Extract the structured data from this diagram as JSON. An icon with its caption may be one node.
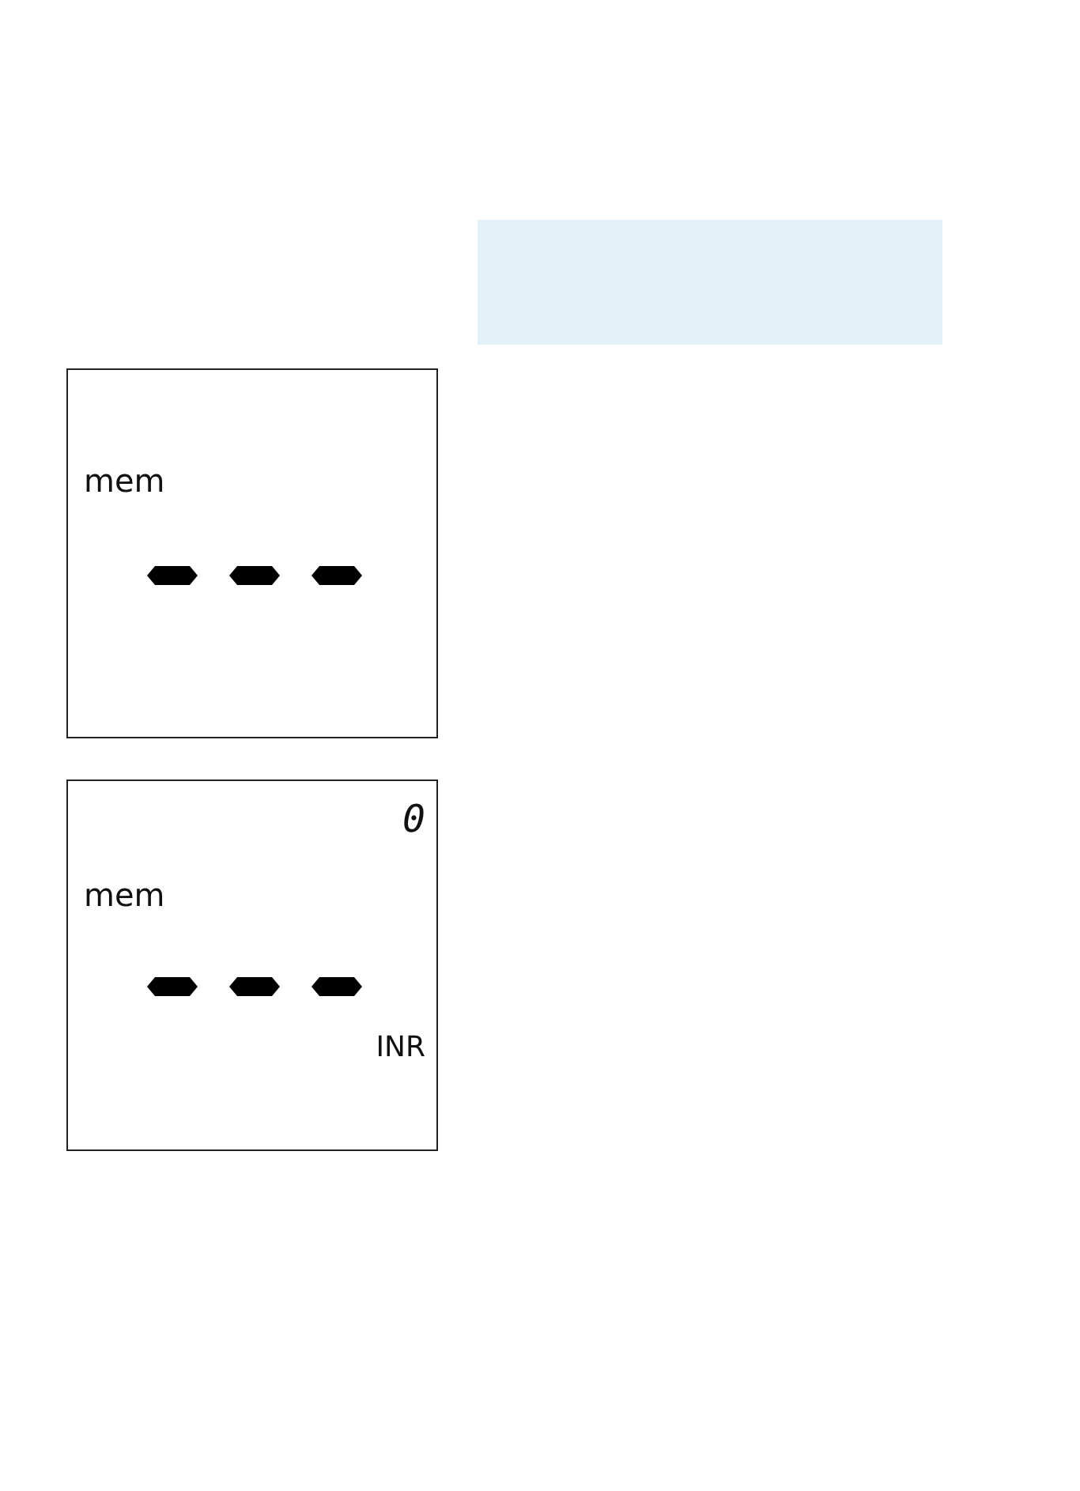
{
  "diagram": {
    "nodes": [
      {
        "text": [],
        "shape": "box"
      },
      {
        "text": [
          "mem"
        ]
      },
      {
        "text": [
          "0",
          "mem",
          "INR"
        ]
      }
    ]
  }
}
